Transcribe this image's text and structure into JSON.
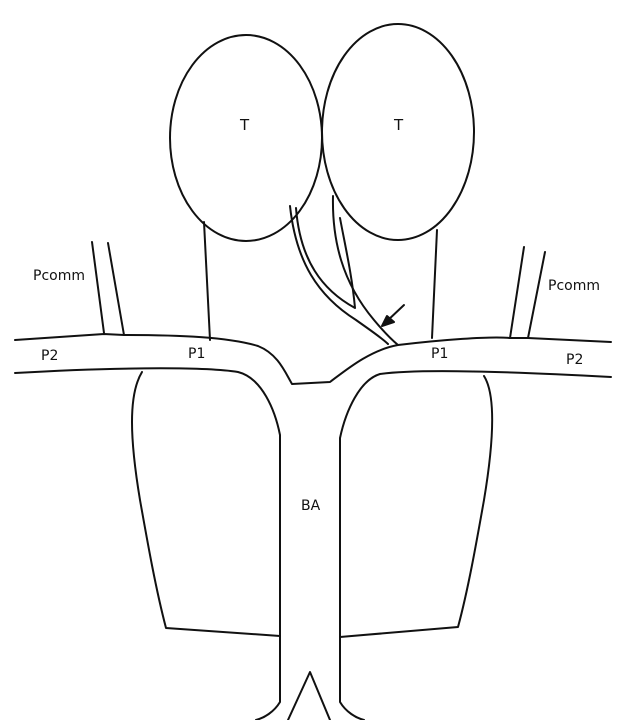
{
  "labels": {
    "tumor_left": "T",
    "tumor_right": "T",
    "pcomm_left": "Pcomm",
    "pcomm_right": "Pcomm",
    "p1_left": "P1",
    "p1_right": "P1",
    "p2_left": "P2",
    "p2_right": "P2",
    "basilar": "BA"
  },
  "colors": {
    "stroke": "#111111",
    "background": "#ffffff"
  },
  "icons": {
    "pointer": "arrow-icon"
  }
}
